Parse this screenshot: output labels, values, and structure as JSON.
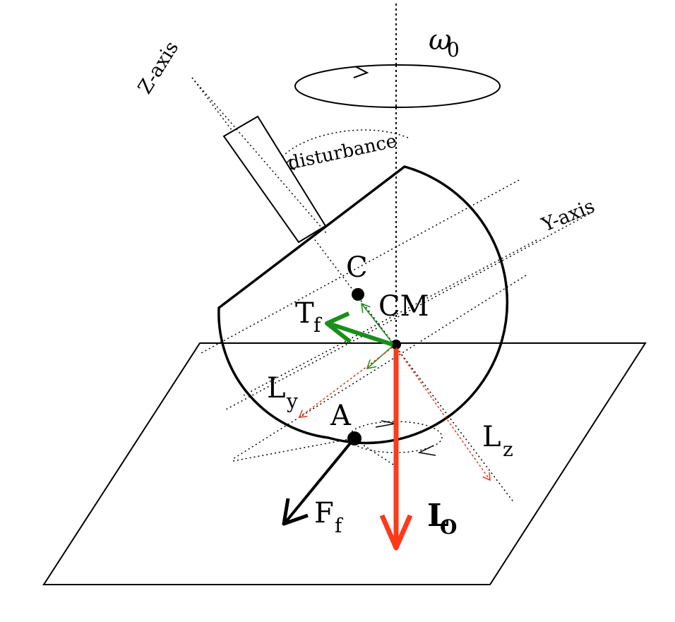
{
  "labels": {
    "omega": "ω",
    "omega_sub": "0",
    "z_axis": "Z-axis",
    "y_axis": "Y-axis",
    "disturbance": "disturbance",
    "C": "C",
    "CM": "CM",
    "T": "T",
    "T_sub": "f",
    "L_y": "L",
    "L_y_sub": "y",
    "A": "A",
    "L_z": "L",
    "L_z_sub": "z",
    "F": "F",
    "F_sub": "f",
    "L_o": "L",
    "L_o_sub": "O"
  },
  "colors": {
    "outline": "#000000",
    "friction_torque": "#1a8f1a",
    "angular_momentum": "#ff3a1a",
    "component": "#e03a1a"
  }
}
